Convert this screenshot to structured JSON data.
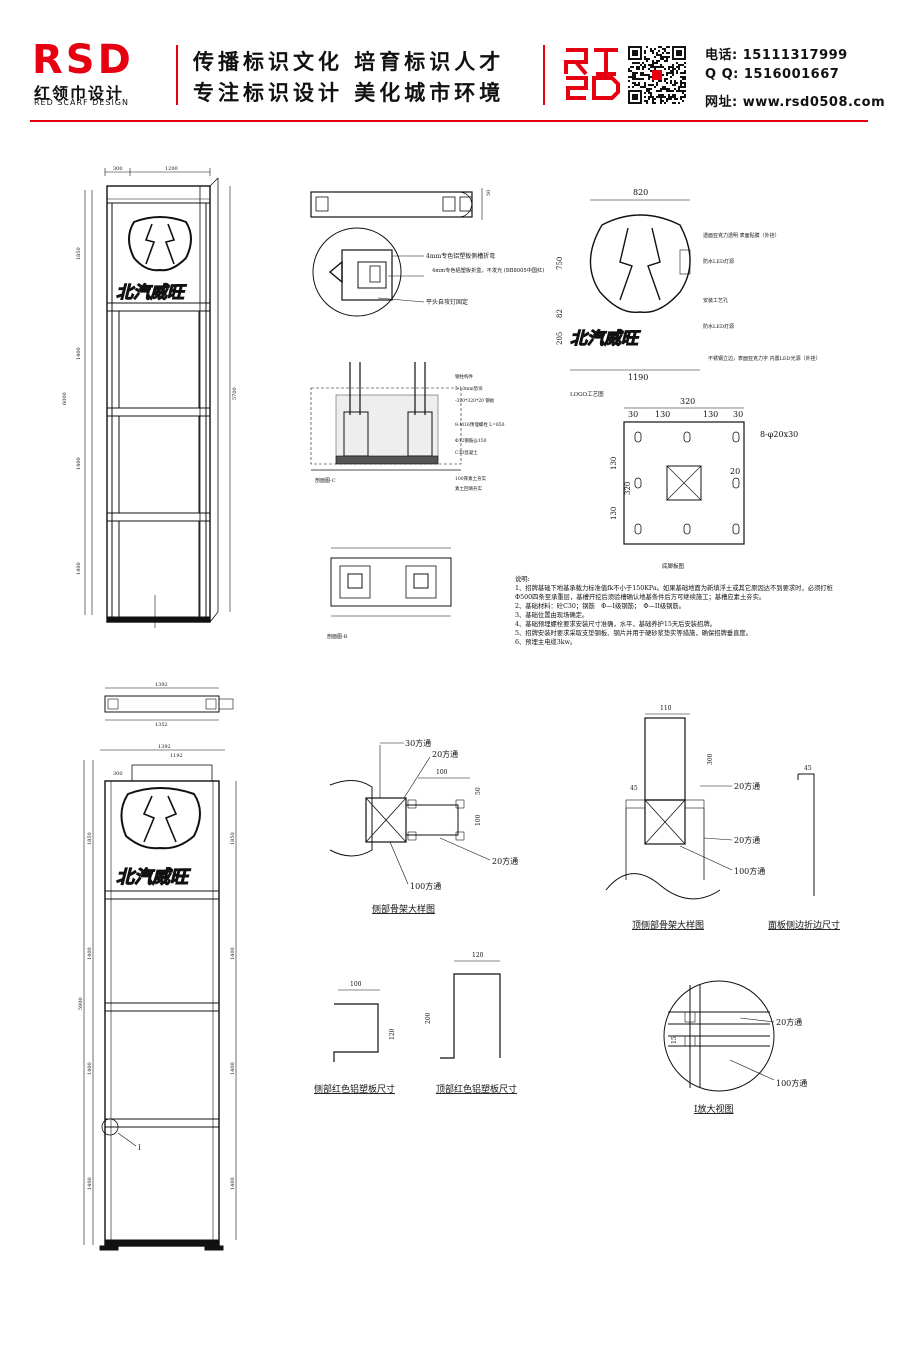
{
  "header": {
    "brand_logo": "RSD",
    "brand_cn": "红领巾设计",
    "brand_en": "RED SCARF DESIGN",
    "slogan_line1": "传播标识文化 培育标识人才",
    "slogan_line2": "专注标识设计 美化城市环境",
    "phone": "电话: 15111317999",
    "qq": "Q Q: 1516001667",
    "website": "网址: www.rsd0508.com",
    "accent_color": "#e60012"
  },
  "sign": {
    "brand_text": "北汽威旺"
  },
  "top_section": {
    "plan_note_1": "4mm专色铝塑板侧槽折弯",
    "plan_note_2": "4mm专色铝塑板折盒，不发光 (BB8005中国红)",
    "plan_note_3": "平头自攻钉固定",
    "section_c_label": "剖面图-C",
    "section_b_label": "剖面图-B",
    "foundation_notes": [
      "钢柱构件",
      "5-10mm垫块",
      "-320*320*20 钢板",
      "8-M16预埋螺栓 L=850",
      "Φ12钢筋@150",
      "C30混凝土",
      "100厚素土夯实",
      "素土回填夯实"
    ],
    "logo_labels": [
      "透面亚克力透明 表面贴膜（外挂）",
      "防水LED灯源",
      "安装工艺孔",
      "防水LED灯源",
      "不锈钢立边，表面亚克力字 内置LED光源（外挂）"
    ],
    "logo_caption": "LOGO工艺图",
    "baseplate_caption": "底脚板图",
    "dim_820": "820",
    "dim_750": "750",
    "dim_205": "205",
    "dim_82": "82",
    "dim_1190": "1190",
    "dim_320": "320",
    "dim_30": "30",
    "dim_130": "130",
    "dim_20": "20",
    "hole_label": "8-φ20x30"
  },
  "notes": {
    "title": "说明:",
    "items": [
      "1、招牌基础下地基承载力标准值fk不小于150KPa。如果基础地面为新填浮土或其它原因达不到要求时，必须打桩Φ500四条至承重层，基槽开挖后须验槽确认地基条件后方可继续施工；基槽应素土夯实。",
      "2、基础材料：砼C30；钢筋　Φ—I级钢筋；　Φ—II级钢筋。",
      "3、基础位置由现场确定。",
      "4、基础预埋螺栓要求安装尺寸准确，水平，基础养护15天后安装招牌。",
      "5、招牌安装时要求采取支垫钢板、钢片并用于硬砂浆垫实等措施，确保招牌垂直度。",
      "6、预埋主电缆3kw。"
    ]
  },
  "details": {
    "label_30tube": "30方通",
    "label_20tube": "20方通",
    "label_100tube": "100方通",
    "side_frame_caption": "侧部骨架大样图",
    "top_side_frame_caption": "顶侧部骨架大样图",
    "panel_fold_caption": "面板侧边折边尺寸",
    "side_panel_caption": "侧部红色铝塑板尺寸",
    "top_panel_caption": "顶部红色铝塑板尺寸",
    "enlarge_caption": "I放大视图",
    "enlarge_marker": "I",
    "dim_100": "100",
    "dim_50": "50",
    "dim_110": "110",
    "dim_300": "300",
    "dim_45": "45",
    "dim_120": "120",
    "dim_200": "200",
    "dim_15": "15"
  },
  "elevation_top": {
    "dim_300": "300",
    "dim_1200": "1200",
    "dim_6000": "6000",
    "dim_5700": "5700",
    "dim_1400": "1400",
    "dim_1850": "1850",
    "dim_1392": "1392",
    "dim_1352": "1352"
  },
  "elevation_bottom": {
    "dim_1392": "1392",
    "dim_1192": "1192",
    "dim_300": "300",
    "dim_5900": "5900",
    "dim_1850": "1850",
    "dim_1400": "1400"
  }
}
